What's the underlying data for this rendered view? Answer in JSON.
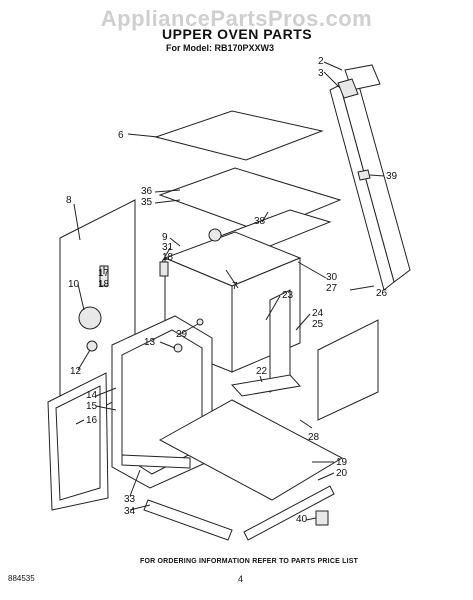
{
  "watermark": "AppliancePartsPros.com",
  "title": "UPPER OVEN PARTS",
  "model": "For Model: RB170PXXW3",
  "footer": "FOR ORDERING INFORMATION REFER TO PARTS PRICE LIST",
  "doc_number": "884535",
  "page_number": "4",
  "callouts": [
    "2",
    "3",
    "6",
    "39",
    "8",
    "36",
    "35",
    "38",
    "9",
    "31",
    "18",
    "17",
    "18",
    "10",
    "7",
    "30",
    "27",
    "26",
    "23",
    "24",
    "25",
    "29",
    "13",
    "12",
    "22",
    "14",
    "15",
    "16",
    "28",
    "19",
    "20",
    "33",
    "34",
    "40"
  ]
}
